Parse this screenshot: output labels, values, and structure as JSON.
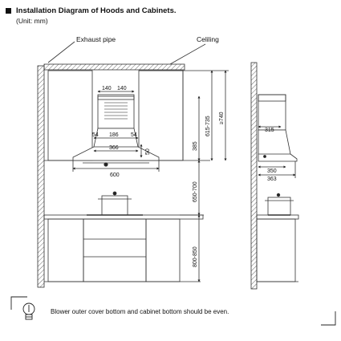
{
  "title": "Installation Diagram of Hoods and Cabinets.",
  "unit": "(Unit: mm)",
  "labels": {
    "exhaust_pipe": "Exhaust pipe",
    "ceiling": "Celiling"
  },
  "dimensions": {
    "d140_left": "140",
    "d140_right": "140",
    "d186": "186",
    "d54_left": "54",
    "d54_right": "54",
    "d366": "366",
    "d50": "50",
    "d600": "600",
    "d385": "385",
    "d615_735": "615-735",
    "d2740": "≥740",
    "d650_700": "650-700",
    "d800_850": "800-850",
    "d315": "315",
    "d350": "350",
    "d363": "363"
  },
  "note": "Blower outer cover bottom and cabinet bottom should be even."
}
